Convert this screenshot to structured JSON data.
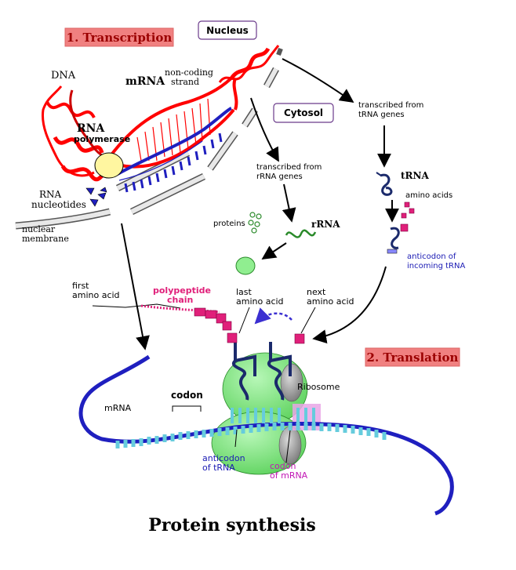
{
  "caption": "Protein synthesis",
  "sections": {
    "transcription": "1. Transcription",
    "translation": "2. Translation"
  },
  "compartments": {
    "nucleus": "Nucleus",
    "cytosol": "Cytosol"
  },
  "labels": {
    "dna": "DNA",
    "mrna_top": "mRNA",
    "non_coding_1": "non-coding",
    "non_coding_2": "strand",
    "rna": "RNA",
    "polymerase": "polymerase",
    "rna_nucleotides_1": "RNA",
    "rna_nucleotides_2": "nucleotides",
    "nuclear_membrane_1": "nuclear",
    "nuclear_membrane_2": "membrane",
    "trna_genes_1": "transcribed from",
    "trna_genes_2": "tRNA genes",
    "rrna_genes_1": "transcribed from",
    "rrna_genes_2": "rRNA genes",
    "trna": "tRNA",
    "amino_acids": "amino acids",
    "proteins": "proteins",
    "rrna": "rRNA",
    "anticodon_incoming_1": "anticodon of",
    "anticodon_incoming_2": "incoming tRNA",
    "first_amino_1": "first",
    "first_amino_2": "amino acid",
    "polypeptide_1": "polypeptide",
    "polypeptide_2": "chain",
    "last_amino_1": "last",
    "last_amino_2": "amino acid",
    "next_amino_1": "next",
    "next_amino_2": "amino acid",
    "ribosome": "Ribosome",
    "codon": "codon",
    "mrna_bottom": "mRNA",
    "anticodon_trna_1": "anticodon",
    "anticodon_trna_2": "of tRNA",
    "codon_mrna_1": "codon",
    "codon_mrna_2": "of mRNA"
  },
  "colors": {
    "dna": "#ff0000",
    "mrna": "#1f1fbf",
    "title_box_bg": "#f08080",
    "title_box_text": "#9b0000",
    "polymerase": "#fff6a0",
    "ribosome": "#90ee90",
    "polypeptide": "#e0207a",
    "amino_acid_box": "#e0207a",
    "codon_highlight": "#e9a6e6",
    "rrna": "#2a8a2a",
    "trna": "#1b2a6b",
    "membrane": "#d9d9d9"
  }
}
